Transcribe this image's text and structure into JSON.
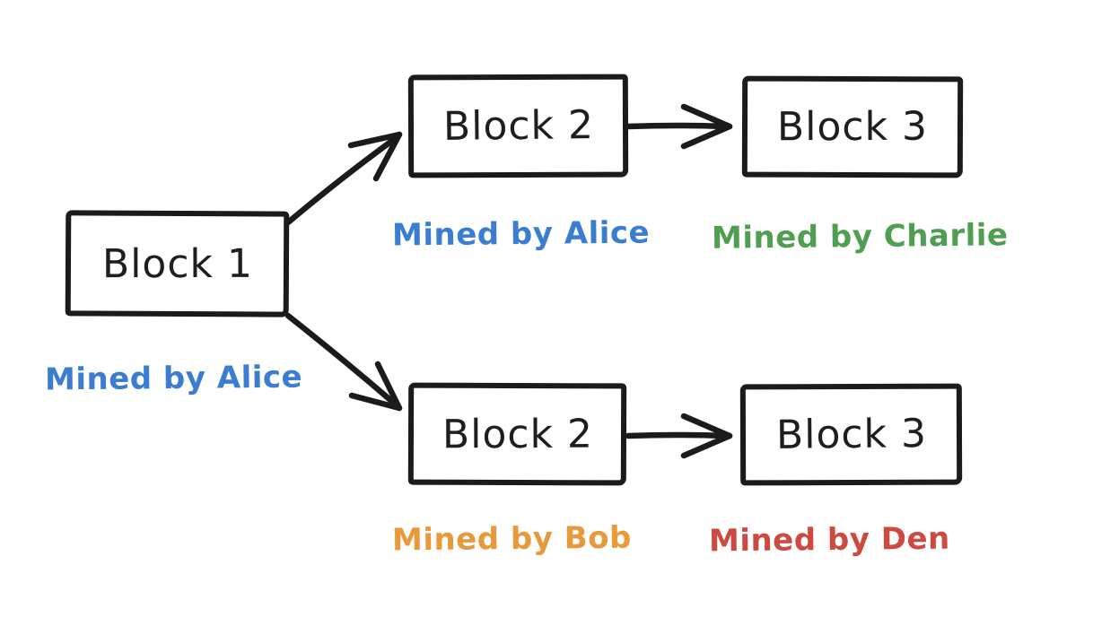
{
  "diagram": {
    "nodes": [
      {
        "id": "block-1",
        "label": "Block 1",
        "miner": "Mined by Alice",
        "miner_color": "#3b7dd1"
      },
      {
        "id": "block-2-top",
        "label": "Block 2",
        "miner": "Mined by Alice",
        "miner_color": "#3b7dd1"
      },
      {
        "id": "block-3-top",
        "label": "Block 3",
        "miner": "Mined by Charlie",
        "miner_color": "#4f9e52"
      },
      {
        "id": "block-2-bottom",
        "label": "Block 2",
        "miner": "Mined by Bob",
        "miner_color": "#e8993c"
      },
      {
        "id": "block-3-bottom",
        "label": "Block 3",
        "miner": "Mined by Den",
        "miner_color": "#cc4a42"
      }
    ],
    "edges": [
      {
        "from": "block-1",
        "to": "block-2-top"
      },
      {
        "from": "block-1",
        "to": "block-2-bottom"
      },
      {
        "from": "block-2-top",
        "to": "block-3-top"
      },
      {
        "from": "block-2-bottom",
        "to": "block-3-bottom"
      }
    ],
    "colors": {
      "ink": "#1b1b1b",
      "background": "#ffffff",
      "alice_blue": "#3b7dd1",
      "charlie_green": "#4f9e52",
      "bob_orange": "#e8993c",
      "den_red": "#cc4a42"
    }
  }
}
